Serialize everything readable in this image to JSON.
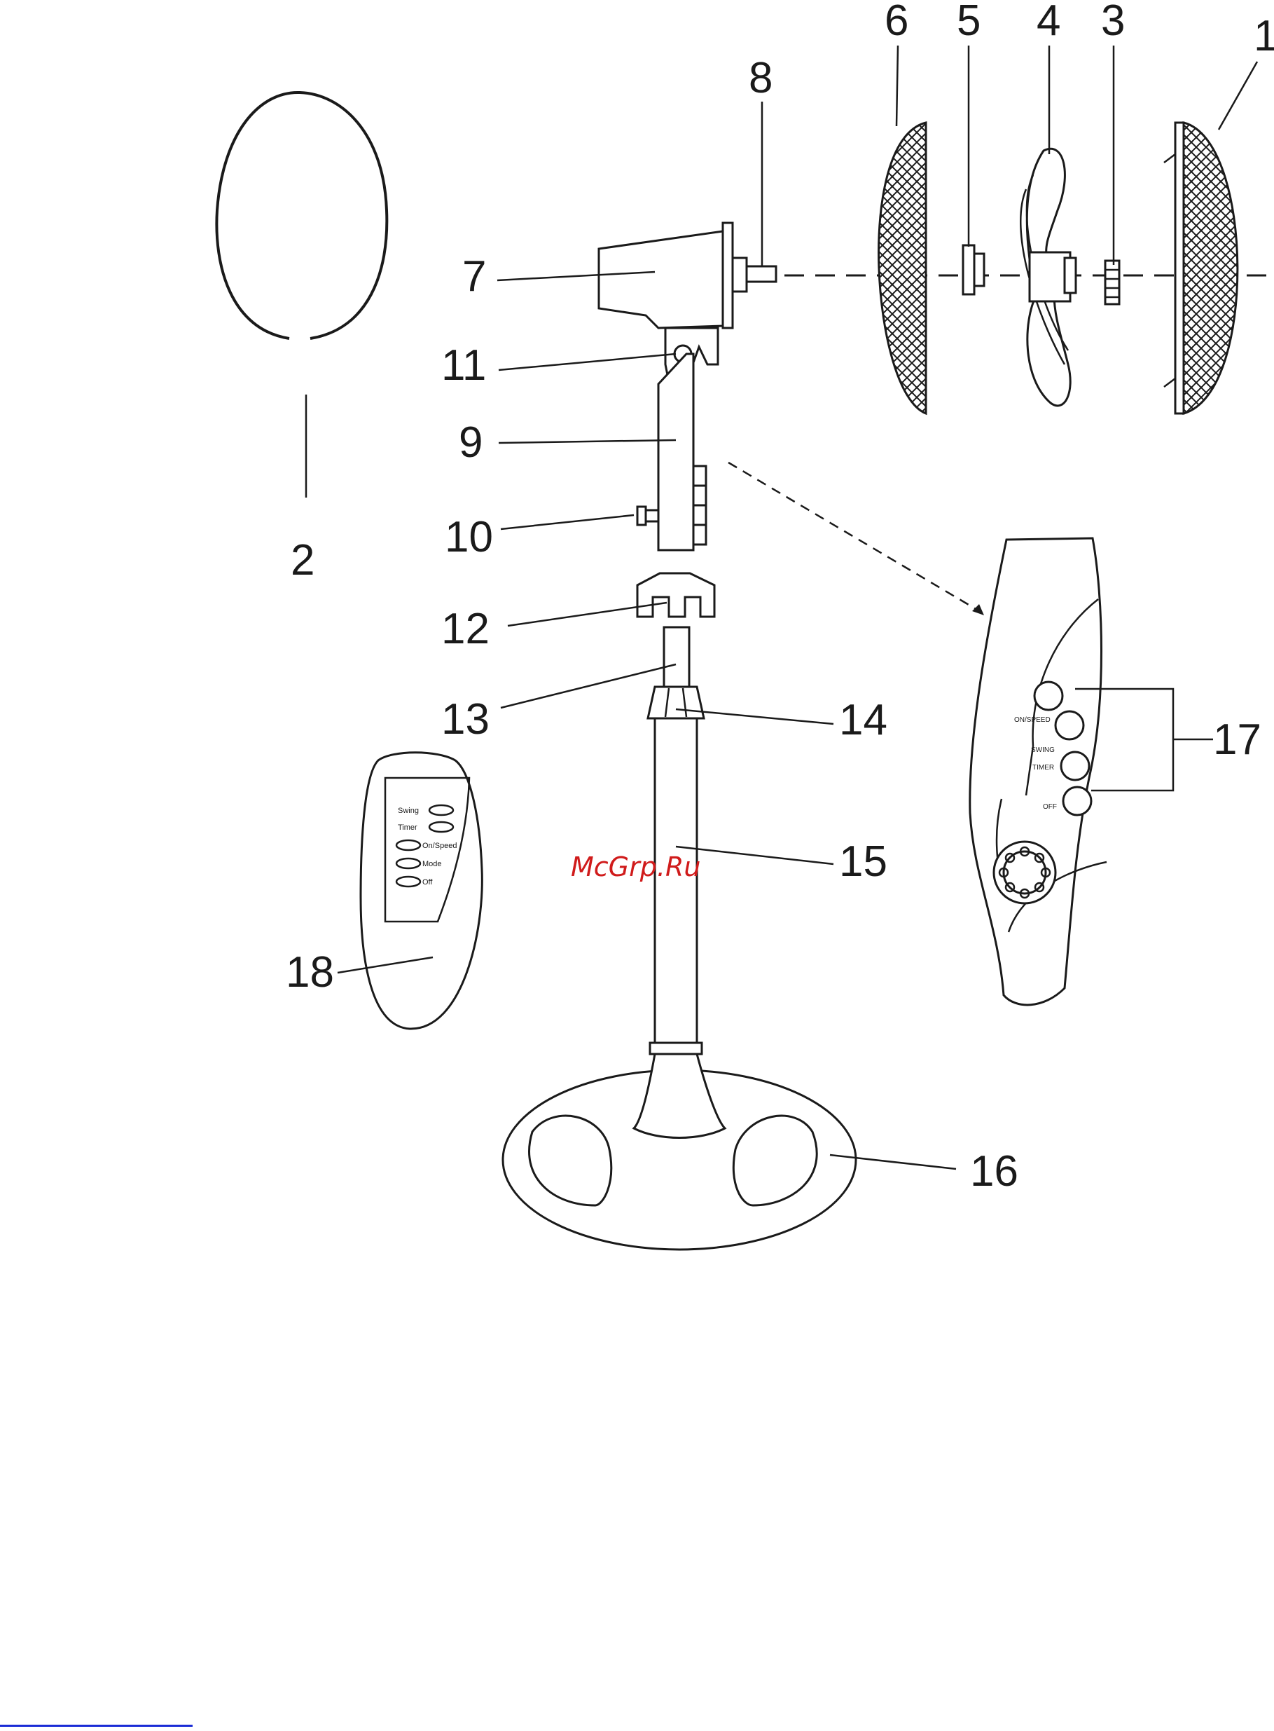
{
  "labels": {
    "p1": "1",
    "p2": "2",
    "p3": "3",
    "p4": "4",
    "p5": "5",
    "p6": "6",
    "p7": "7",
    "p8": "8",
    "p9": "9",
    "p10": "10",
    "p11": "11",
    "p12": "12",
    "p13": "13",
    "p14": "14",
    "p15": "15",
    "p16": "16",
    "p17": "17",
    "p18": "18"
  },
  "control_panel": {
    "on_speed": "ON/SPEED",
    "swing": "SWING",
    "timer": "TIMER",
    "off": "OFF"
  },
  "remote": {
    "swing": "Swing",
    "timer": "Timer",
    "on_speed": "On/Speed",
    "mode": "Mode",
    "off": "Off"
  },
  "watermark": "McGrp.Ru",
  "colors": {
    "watermark": "#d01b1b",
    "footer_link": "#1a2bd6",
    "ink": "#1a1a1a"
  }
}
